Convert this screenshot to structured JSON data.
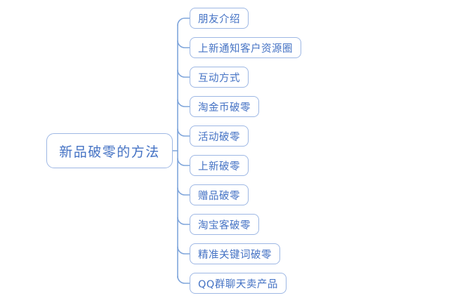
{
  "diagram": {
    "type": "mind-map",
    "orientation": "horizontal-right",
    "background_color": "#ffffff",
    "node_border_color": "#9DB7E4",
    "node_text_color": "#4472C4",
    "connector_color": "#7FA5DB",
    "root": {
      "label": "新品破零的方法"
    },
    "children": [
      {
        "label": "朋友介绍"
      },
      {
        "label": "上新通知客户资源圈"
      },
      {
        "label": "互动方式"
      },
      {
        "label": "淘金币破零"
      },
      {
        "label": "活动破零"
      },
      {
        "label": "上新破零"
      },
      {
        "label": "赠品破零"
      },
      {
        "label": "淘宝客破零"
      },
      {
        "label": "精准关键词破零"
      },
      {
        "label": "QQ群聊天卖产品"
      }
    ]
  }
}
